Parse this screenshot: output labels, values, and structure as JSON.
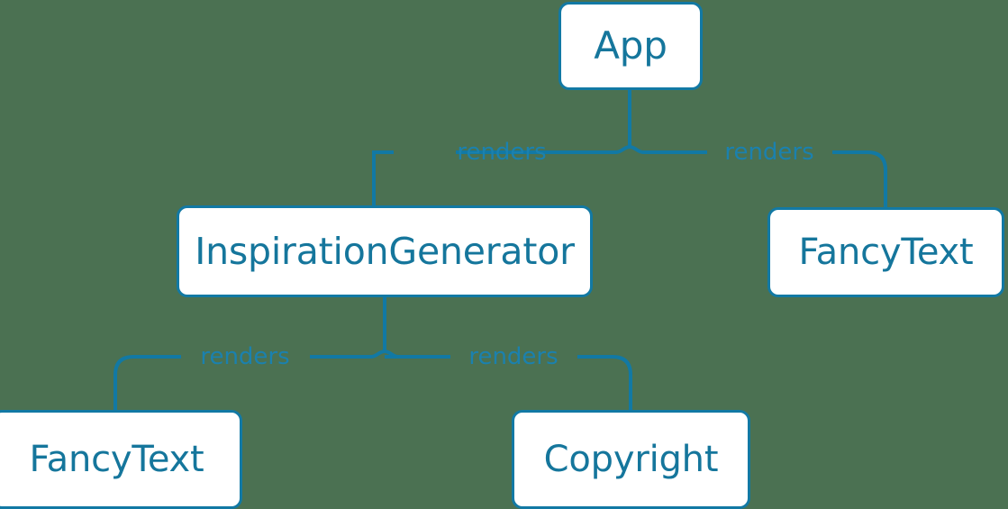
{
  "diagram": {
    "type": "component-tree",
    "background_color": "#4b7152",
    "accent_color": "#1279a4",
    "text_color": "#15769c",
    "nodes": [
      {
        "id": "app",
        "label": "App"
      },
      {
        "id": "inspirationgenerator",
        "label": "InspirationGenerator"
      },
      {
        "id": "fancytext-right",
        "label": "FancyText"
      },
      {
        "id": "fancytext-left",
        "label": "FancyText"
      },
      {
        "id": "copyright",
        "label": "Copyright"
      }
    ],
    "edges": [
      {
        "from": "app",
        "to": "inspirationgenerator",
        "label": "renders"
      },
      {
        "from": "app",
        "to": "fancytext-right",
        "label": "renders"
      },
      {
        "from": "inspirationgenerator",
        "to": "fancytext-left",
        "label": "renders"
      },
      {
        "from": "inspirationgenerator",
        "to": "copyright",
        "label": "renders"
      }
    ]
  }
}
